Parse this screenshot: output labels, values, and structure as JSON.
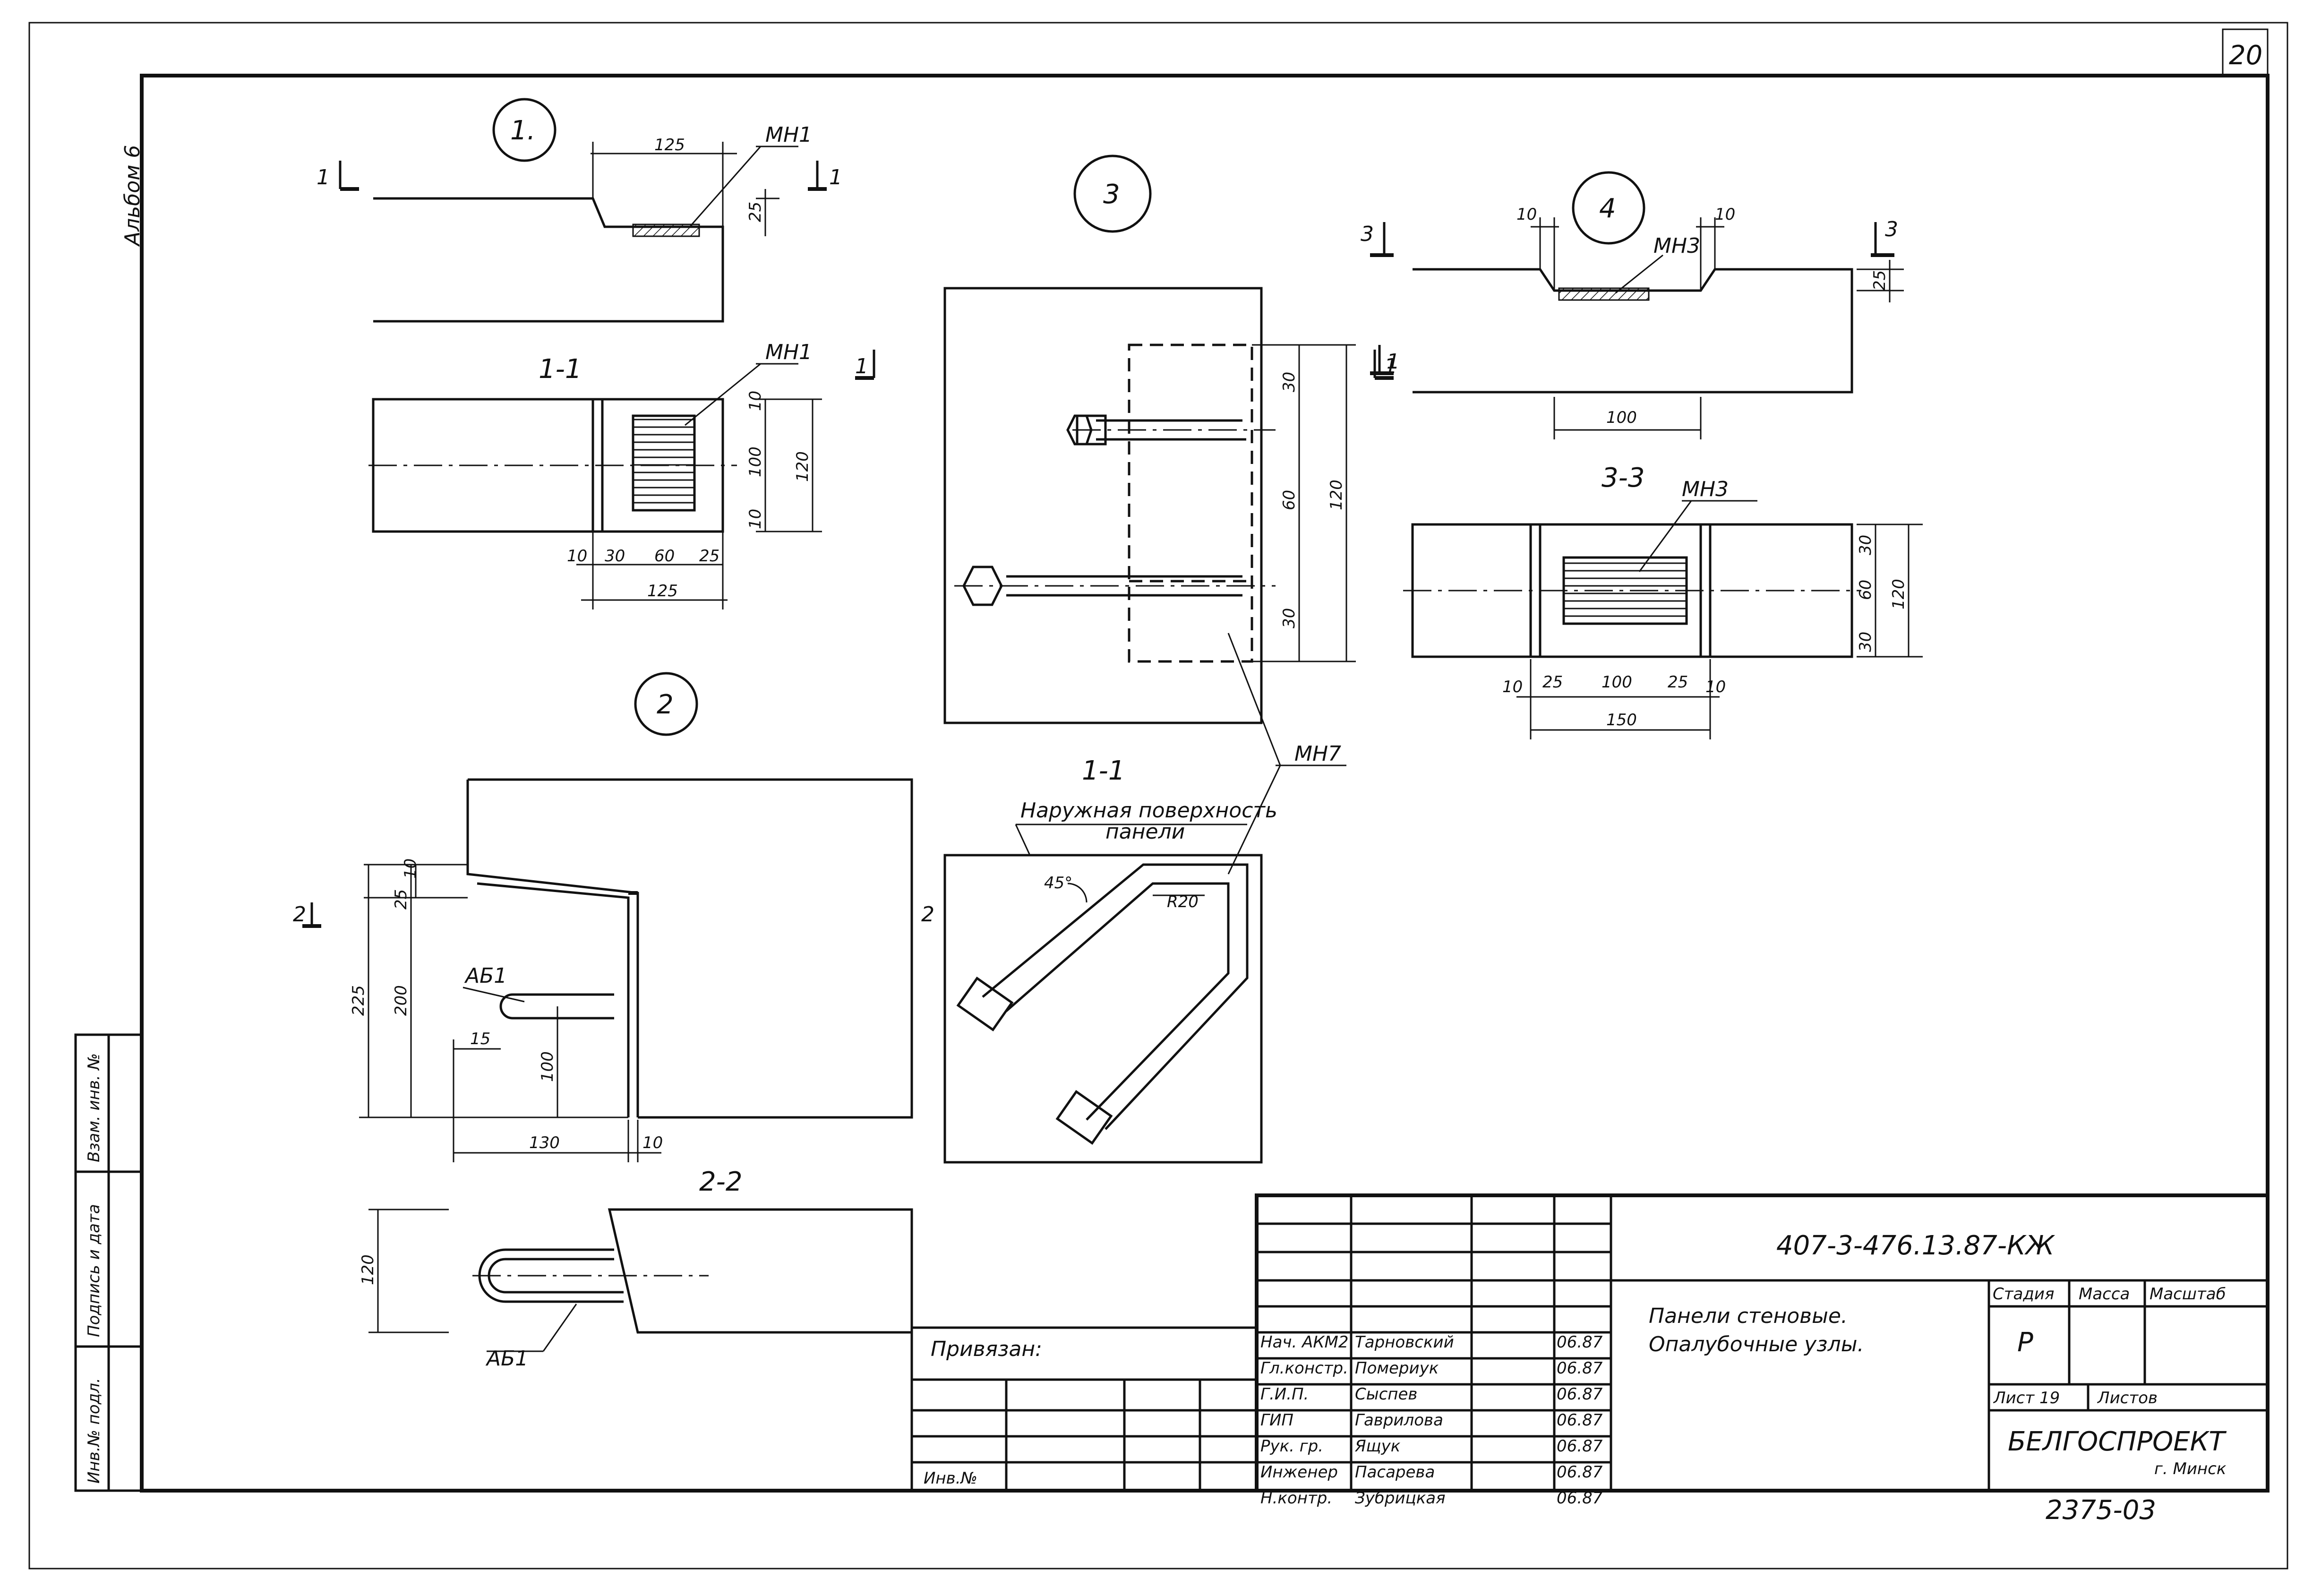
{
  "sheet": {
    "page_number": "20",
    "album": "Альбом 6",
    "side_stamp": [
      "Инв.№ подл.",
      "Подпись и дата",
      "Взам. инв. №"
    ]
  },
  "node1": {
    "marker": "1.",
    "elem": "МН1",
    "section": "1-1",
    "cut": "1",
    "dims": {
      "top_width": "125",
      "depth": "25",
      "b10a": "10",
      "b100": "100",
      "b10b": "10",
      "total": "120",
      "w10": "10",
      "w30": "30",
      "w60": "60",
      "w25": "25",
      "w125": "125"
    }
  },
  "node2": {
    "marker": "2",
    "section": "2-2",
    "cut": "2",
    "rebar": "АБ1",
    "dims": {
      "h10": "10",
      "h25": "25",
      "h225": "225",
      "h200": "200",
      "h100": "100",
      "w15": "15",
      "w130": "130",
      "w10": "10",
      "w120": "120"
    }
  },
  "node3": {
    "marker": "3",
    "section": "1-1",
    "cut": "1",
    "elem": "МН7",
    "note_line1": "Наружная поверхность",
    "note_line2": "панели",
    "angle": "45°",
    "radius": "R20",
    "dims": {
      "v30a": "30",
      "v60": "60",
      "v30b": "30",
      "v120": "120"
    }
  },
  "node4": {
    "marker": "4",
    "elem": "МН3",
    "section": "3-3",
    "cut3": "3",
    "cut1": "1",
    "dims": {
      "t10a": "10",
      "t10b": "10",
      "t25": "25",
      "w100": "100",
      "s30a": "30",
      "s60": "60",
      "s30b": "30",
      "s120": "120",
      "b10a": "10",
      "b25a": "25",
      "b100": "100",
      "b25b": "25",
      "b10b": "10",
      "b150": "150"
    }
  },
  "title_block": {
    "doc_code": "407-3-476.13.87-КЖ",
    "title_line1": "Панели стеновые.",
    "title_line2": "Опалубочные узлы.",
    "bound_label": "Привязан:",
    "inv_label": "Инв.№",
    "head_stage": "Стадия",
    "head_mass": "Масса",
    "head_scale": "Масштаб",
    "stage_value": "Р",
    "sheet_label": "Лист 19",
    "sheets_label": "Листов",
    "org": "БЕЛГОСПРОЕКТ",
    "city": "г. Минск",
    "stamp_code": "2375-03",
    "signers": [
      {
        "role": "Нач. АКМ2",
        "name": "Тарновский",
        "date": "06.87"
      },
      {
        "role": "Гл.констр.",
        "name": "Помериук",
        "date": "06.87"
      },
      {
        "role": "Г.И.П.",
        "name": "Сыспев",
        "date": "06.87"
      },
      {
        "role": "ГИП",
        "name": "Гаврилова",
        "date": "06.87"
      },
      {
        "role": "Рук. гр.",
        "name": "Ящук",
        "date": "06.87"
      },
      {
        "role": "Инженер",
        "name": "Пасарева",
        "date": "06.87"
      },
      {
        "role": "Н.контр.",
        "name": "Зубрицкая",
        "date": "06.87"
      }
    ]
  }
}
